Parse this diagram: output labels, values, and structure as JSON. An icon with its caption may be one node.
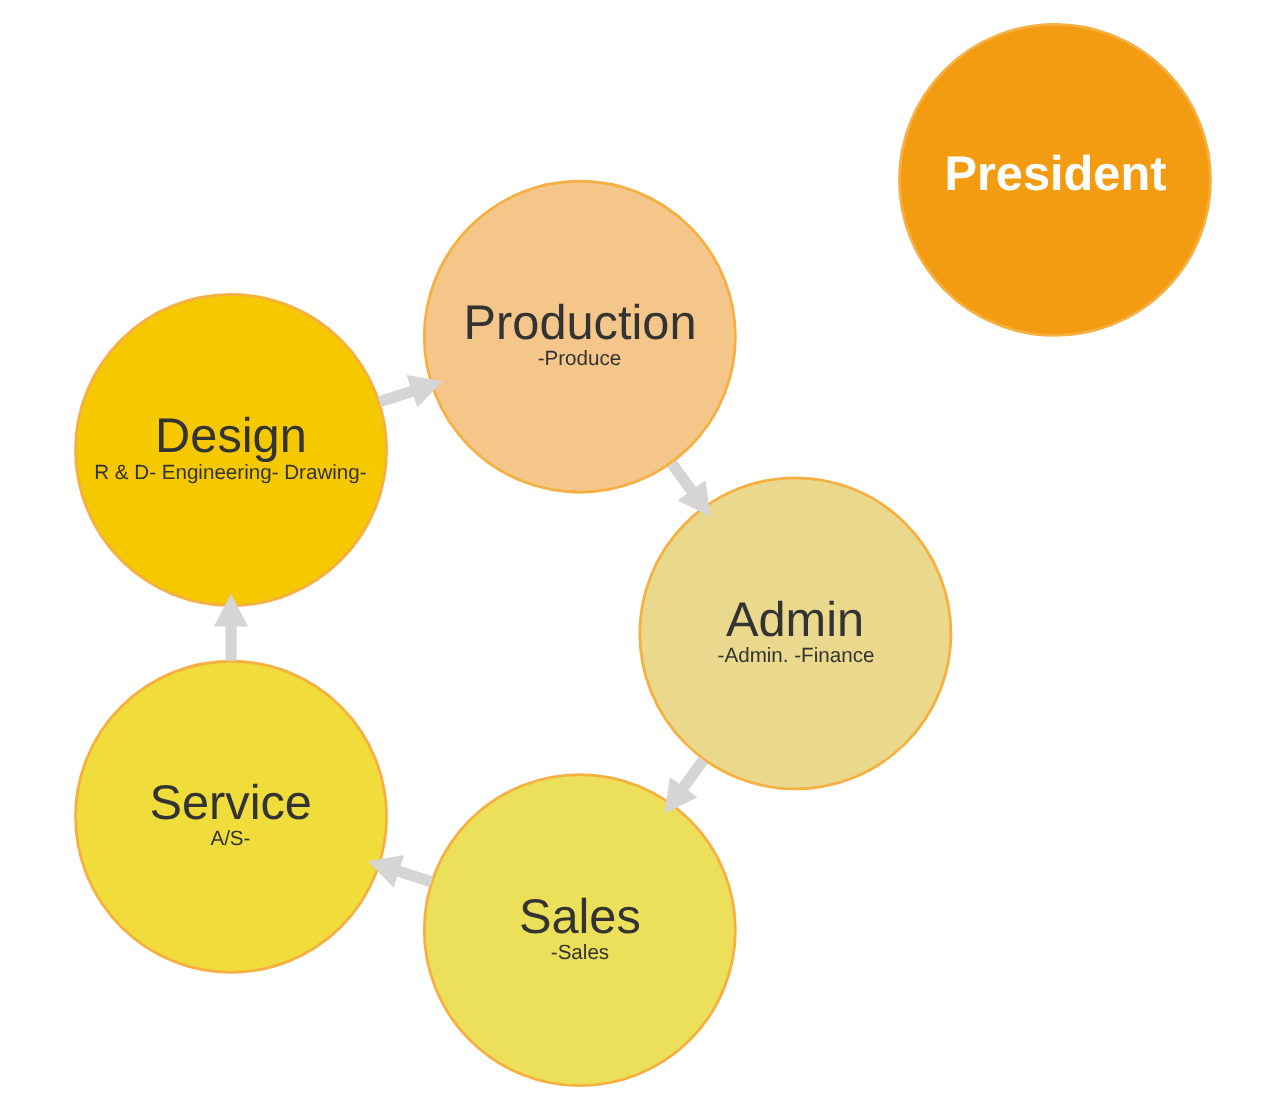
{
  "diagram": {
    "nodes": [
      {
        "text": [
          "President"
        ]
      },
      {
        "text": [
          "Sales",
          "-Sales"
        ]
      },
      {
        "text": [
          "Service",
          "A/S-"
        ]
      },
      {
        "text": [
          "Design",
          "R & D- Engineering- Drawing-"
        ]
      },
      {
        "text": [
          "Production",
          "-Produce"
        ]
      },
      {
        "text": [
          "Admin",
          "-Admin. -Finance"
        ]
      }
    ],
    "edges": [
      {
        "from": 5,
        "to": 1,
        "arrow": "to"
      },
      {
        "from": 1,
        "to": 2,
        "arrow": "to"
      },
      {
        "from": 2,
        "to": 3,
        "arrow": "to"
      },
      {
        "from": 3,
        "to": 4,
        "arrow": "to"
      },
      {
        "from": 4,
        "to": 5,
        "arrow": "to"
      }
    ]
  }
}
